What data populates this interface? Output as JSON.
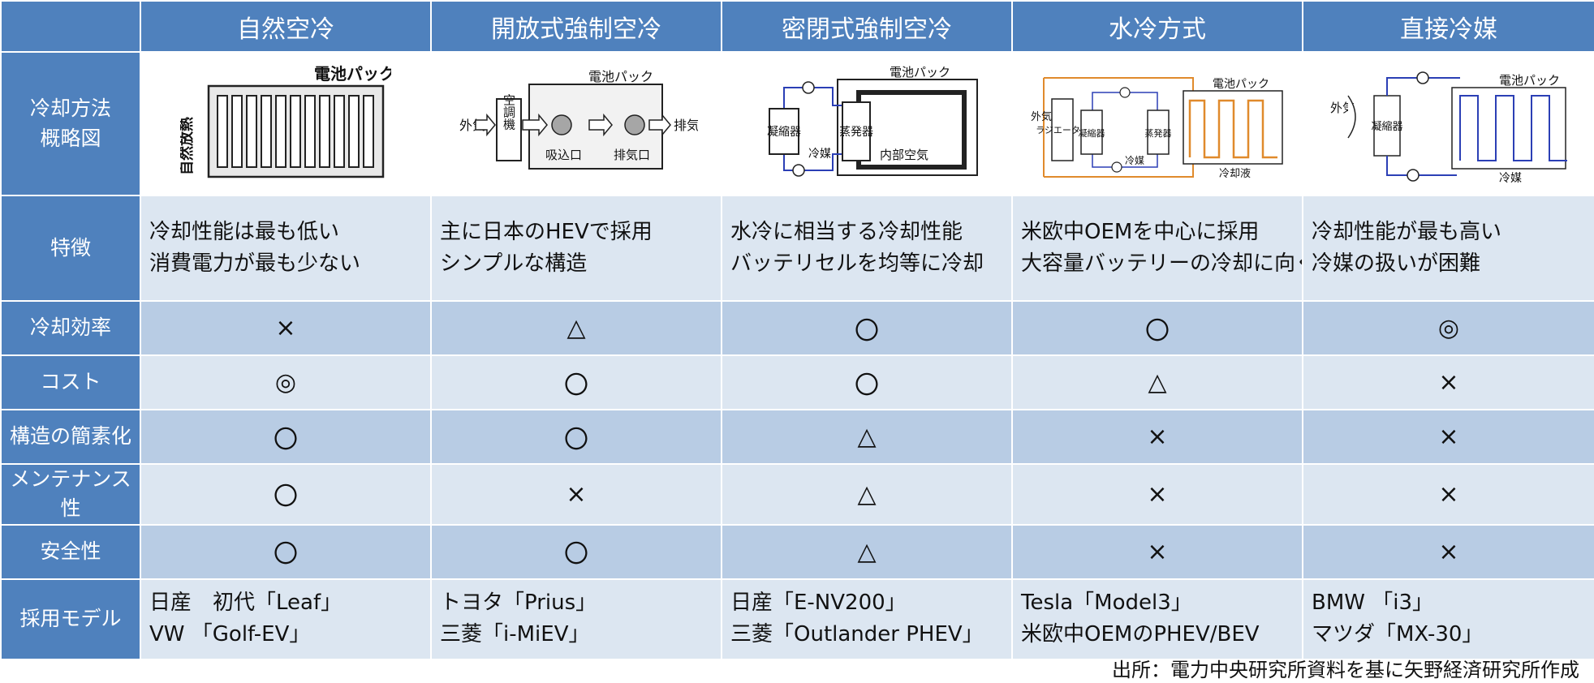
{
  "columns": [
    "自然空冷",
    "開放式強制空冷",
    "密閉式強制空冷",
    "水冷方式",
    "直接冷媒"
  ],
  "row_labels": {
    "diagram": [
      "冷却方法",
      "概略図"
    ],
    "features": "特徴",
    "efficiency": "冷却効率",
    "cost": "コスト",
    "simplicity": "構造の簡素化",
    "maintenance": "メンテナンス性",
    "safety": "安全性",
    "models": "採用モデル"
  },
  "diagrams": {
    "natural": {
      "title": "電池パック",
      "side_label": "自然放熱"
    },
    "open": {
      "outside_air": "外気",
      "ac_unit": "空調機",
      "pack": "電池パック",
      "exhaust": "排気",
      "intake": "吸込口",
      "outlet": "排気口"
    },
    "sealed": {
      "pack": "電池パック",
      "condenser": "凝縮器",
      "evaporator": "蒸発器",
      "refrigerant": "冷媒",
      "inner_air": "内部空気"
    },
    "water": {
      "outside_air": "外気",
      "radiator": "ラジエーター",
      "condenser": "凝縮器",
      "evaporator": "蒸発器",
      "refrigerant": "冷媒",
      "pack": "電池パック",
      "coolant": "冷却液"
    },
    "direct": {
      "outside_air": "外気",
      "condenser": "凝縮器",
      "pack": "電池パック",
      "refrigerant": "冷媒"
    }
  },
  "features": [
    [
      "冷却性能は最も低い",
      "消費電力が最も少ない"
    ],
    [
      "主に日本のHEVで採用",
      "シンプルな構造"
    ],
    [
      "水冷に相当する冷却性能",
      "バッテリセルを均等に冷却"
    ],
    [
      "米欧中OEMを中心に採用",
      "大容量バッテリーの冷却に向く"
    ],
    [
      "冷却性能が最も高い",
      "冷媒の扱いが困難"
    ]
  ],
  "ratings": {
    "efficiency": [
      "×",
      "△",
      "〇",
      "〇",
      "◎"
    ],
    "cost": [
      "◎",
      "〇",
      "〇",
      "△",
      "×"
    ],
    "simplicity": [
      "〇",
      "〇",
      "△",
      "×",
      "×"
    ],
    "maintenance": [
      "〇",
      "×",
      "△",
      "×",
      "×"
    ],
    "safety": [
      "〇",
      "〇",
      "△",
      "×",
      "×"
    ]
  },
  "models": [
    [
      "日産　初代「Leaf」",
      "VW 「Golf-EV」"
    ],
    [
      "トヨタ「Prius」",
      "三菱「i-MiEV」"
    ],
    [
      "日産「E-NV200」",
      "三菱「Outlander PHEV」"
    ],
    [
      "Tesla「Model3」",
      "米欧中OEMのPHEV/BEV"
    ],
    [
      "BMW 「i3」",
      "マツダ「MX-30」"
    ]
  ],
  "source": "出所：電力中央研究所資料を基に矢野経済研究所作成",
  "colors": {
    "header": "#4f81bd",
    "band_dark": "#b8cce4",
    "band_light": "#dce6f1",
    "diagram_blue": "#2b3fb5",
    "diagram_orange": "#e08a2c"
  }
}
